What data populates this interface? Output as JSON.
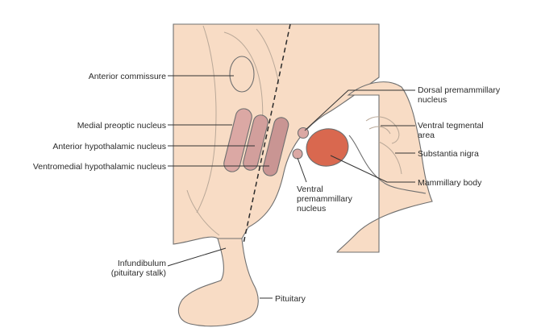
{
  "colors": {
    "tissue": "#f8dcc5",
    "nucleus_light": "#dba8a4",
    "nucleus_medium": "#c99593",
    "mammillary": "#d9684f",
    "outline": "#6f6f6f"
  },
  "labels": {
    "anterior_commissure": [
      "Anterior commissure"
    ],
    "medial_preoptic": [
      "Medial preoptic nucleus"
    ],
    "anterior_hypothalamic": [
      "Anterior hypothalamic nucleus"
    ],
    "ventromedial_hypothalamic": [
      "Ventromedial hypothalamic nucleus"
    ],
    "infundibulum": [
      "Infundibulum",
      "(pituitary stalk)"
    ],
    "pituitary": [
      "Pituitary"
    ],
    "dorsal_premammillary": [
      "Dorsal premammillary",
      "nucleus"
    ],
    "ventral_tegmental": [
      "Ventral tegmental",
      "area"
    ],
    "substantia_nigra": [
      "Substantia nigra"
    ],
    "mammillary_body": [
      "Mammillary body"
    ],
    "ventral_premammillary": [
      "Ventral",
      "premammillary",
      "nucleus"
    ]
  }
}
